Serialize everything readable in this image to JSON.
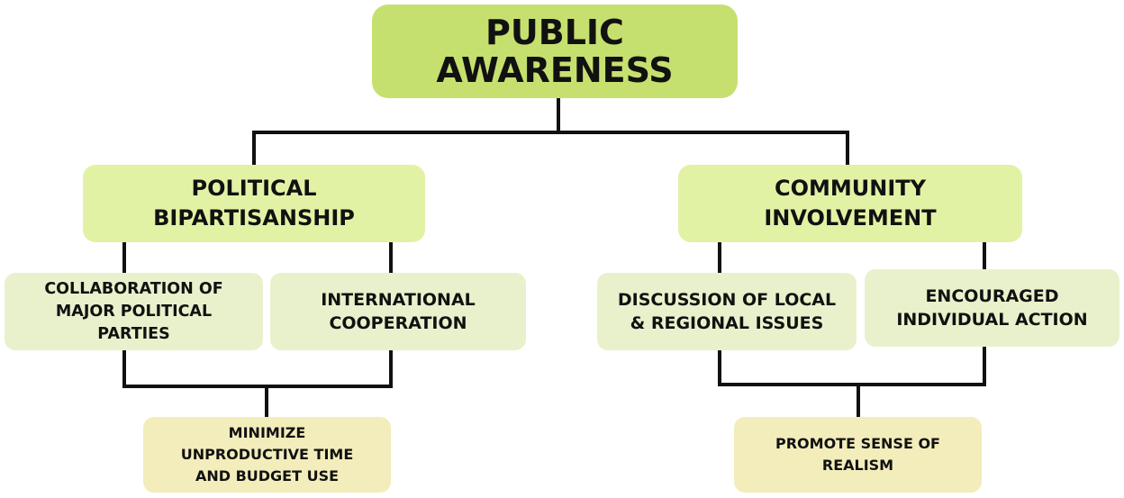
{
  "root": {
    "label": "PUBLIC\nAWARENESS"
  },
  "branches": [
    {
      "label": "POLITICAL\nBIPARTISANSHIP",
      "children": [
        {
          "label": "COLLABORATION OF\nMAJOR POLITICAL\nPARTIES"
        },
        {
          "label": "INTERNATIONAL\nCOOPERATION"
        }
      ],
      "outcome": {
        "label": "MINIMIZE\nUNPRODUCTIVE TIME\nAND BUDGET USE"
      }
    },
    {
      "label": "COMMUNITY\nINVOLVEMENT",
      "children": [
        {
          "label": "DISCUSSION OF LOCAL\n& REGIONAL ISSUES"
        },
        {
          "label": "ENCOURAGED\nINDIVIDUAL ACTION"
        }
      ],
      "outcome": {
        "label": "PROMOTE SENSE OF\nREALISM"
      }
    }
  ],
  "colors": {
    "root": "#c6e06f",
    "branch": "#e2f2a4",
    "leaf": "#e9f1cc",
    "outcome": "#f2edbb",
    "connector": "#111111"
  }
}
